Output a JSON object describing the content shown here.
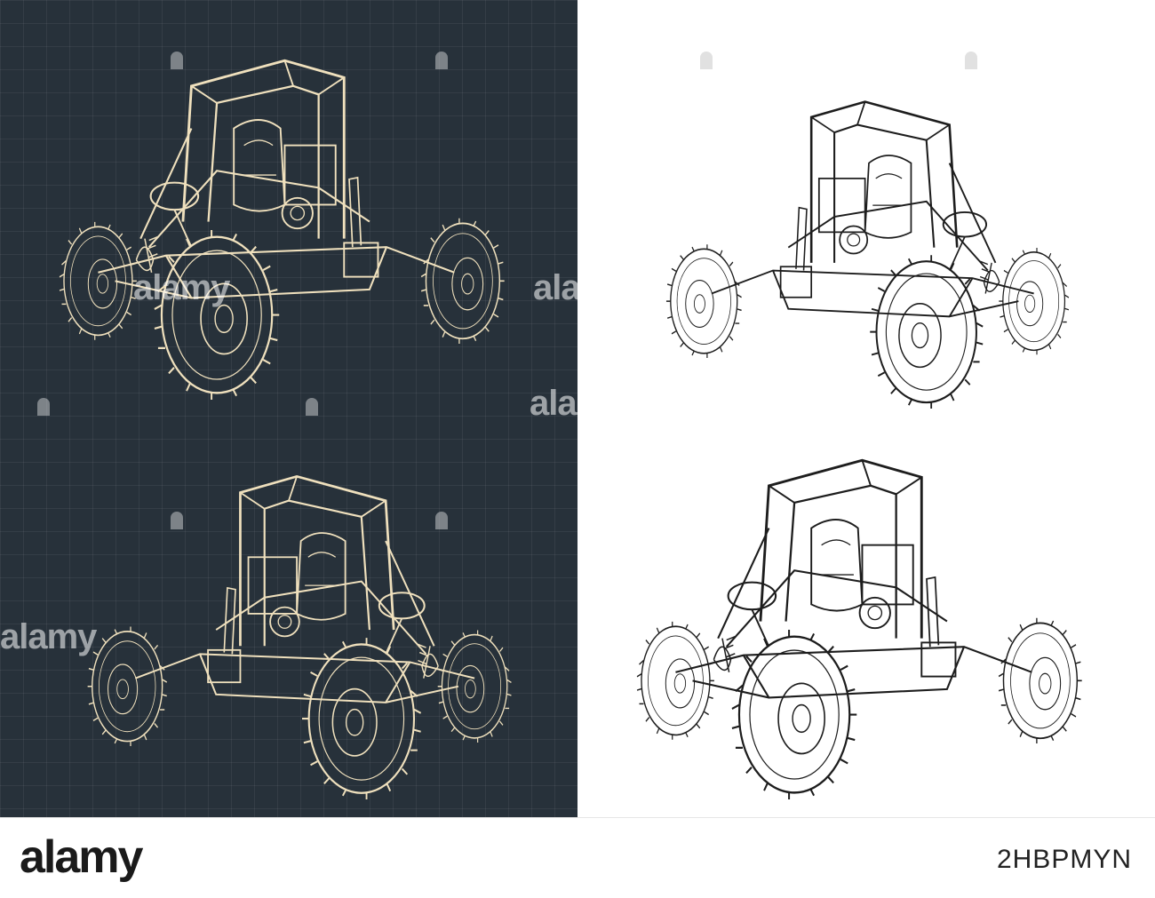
{
  "watermark": {
    "text": "alamy",
    "visible_fragment": "ala"
  },
  "footer": {
    "logo": "alamy",
    "image_id": "2HBPMYN"
  },
  "colors": {
    "dark_panel": "#27313a",
    "dark_line": "#efe0bd",
    "light_panel": "#ffffff",
    "light_line": "#1d1d1d"
  },
  "icons": [
    "buggy-drawing",
    "watermark-pin-icon"
  ]
}
